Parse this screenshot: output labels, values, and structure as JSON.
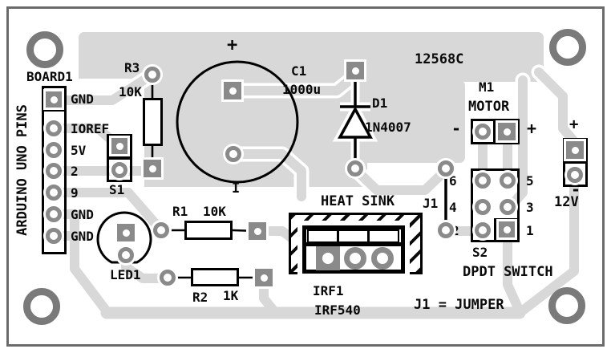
{
  "board": {
    "code": "12568C",
    "jumper_note": "J1 = JUMPER",
    "colors": {
      "copper": "#d8d8d8",
      "pad": "#8a8a8a",
      "hole_ring": "#7a7a7a",
      "outline": "#000000"
    }
  },
  "arduino_header": {
    "ref": "BOARD1",
    "side_label": "ARDUINO UNO PINS",
    "pins": [
      "GND",
      "IOREF",
      "5V",
      "2",
      "9",
      "GND",
      "GND"
    ]
  },
  "r1": {
    "ref": "R1",
    "value": "10K"
  },
  "r2": {
    "ref": "R2",
    "value": "1K"
  },
  "r3": {
    "ref": "R3",
    "value": "10K"
  },
  "c1": {
    "ref": "C1",
    "value": "1000u",
    "positive": "+",
    "negative_mark": "I"
  },
  "d1": {
    "ref": "D1",
    "value": "1N4007"
  },
  "s1": {
    "ref": "S1"
  },
  "led1": {
    "ref": "LED1"
  },
  "heatsink": {
    "label": "HEAT SINK"
  },
  "mosfet": {
    "ref": "IRF1",
    "value": "IRF540"
  },
  "motor": {
    "ref": "M1",
    "label": "MOTOR",
    "minus": "-",
    "plus": "+"
  },
  "switch_s2": {
    "ref": "S2",
    "label": "DPDT SWITCH",
    "left_pins": [
      "6",
      "4",
      "2"
    ],
    "right_pins": [
      "5",
      "3",
      "1"
    ]
  },
  "jumper": {
    "ref": "J1"
  },
  "power": {
    "plus": "+",
    "minus": "-",
    "label": "12V"
  }
}
